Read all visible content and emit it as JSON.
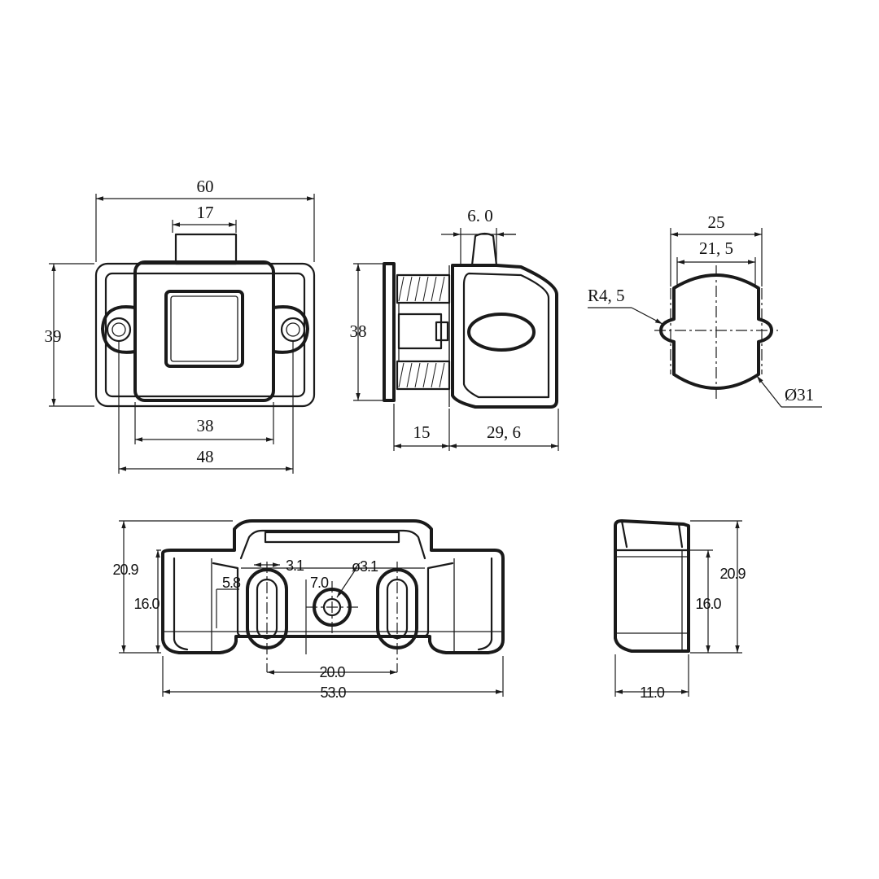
{
  "top_views": {
    "front": {
      "width": "60",
      "knob": "17",
      "height": "39",
      "inner_width": "38",
      "hole_spacing": "48"
    },
    "side": {
      "height": "38",
      "tab": "6. 0",
      "base_depth": "15",
      "body_depth": "29, 6"
    },
    "cutout": {
      "outer_width": "25",
      "inner_width": "21, 5",
      "radius": "R4, 5",
      "diameter": "Ø31"
    }
  },
  "strike_views": {
    "front": {
      "overall_height": "20.9",
      "inner_height": "16.0",
      "slot_width": "3.1",
      "slot_offset": "5.8",
      "hole_offset": "7.0",
      "hole_diameter": "ø3.1",
      "slot_spacing": "20.0",
      "overall_width": "53.0"
    },
    "side": {
      "overall_height": "20.9",
      "inner_height": "16.0",
      "depth": "11.0"
    }
  }
}
